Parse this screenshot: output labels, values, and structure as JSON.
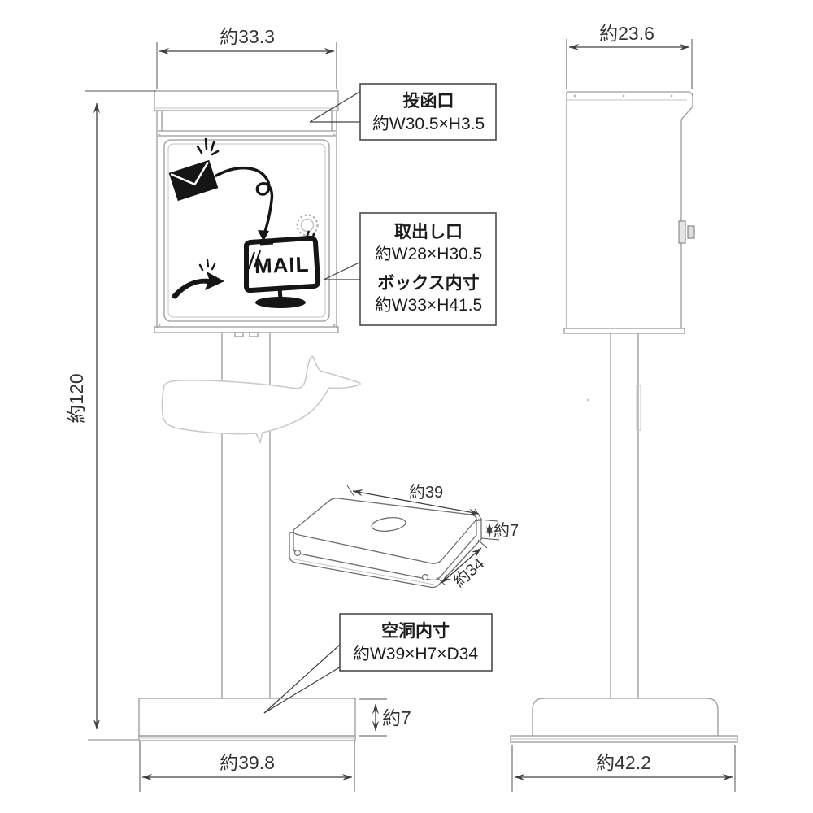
{
  "diagram_title": "post-mailbox-dimension-drawing",
  "dims": {
    "front_width": "約33.3",
    "front_height": "約120",
    "side_width": "約23.6",
    "base_height": "約7",
    "front_base_width": "約39.8",
    "side_base_width": "約42.2",
    "plate_width": "約39",
    "plate_height": "約7",
    "plate_depth": "約34"
  },
  "callouts": {
    "slot": {
      "title": "投函口",
      "size": "約W30.5×H3.5"
    },
    "takeout": {
      "title": "取出し口",
      "size": "約W28×H30.5"
    },
    "box_inner": {
      "title": "ボックス内寸",
      "size": "約W33×H41.5"
    },
    "cavity": {
      "title": "空洞内寸",
      "size": "約W39×H7×D34"
    }
  },
  "illustration": {
    "mail_sign": "MAIL"
  },
  "colors": {
    "dimension_line": "#404040",
    "structure_line": "#9a9a9a",
    "whale_line": "#c9c9c9",
    "ink": "#151515",
    "background": "#ffffff"
  }
}
